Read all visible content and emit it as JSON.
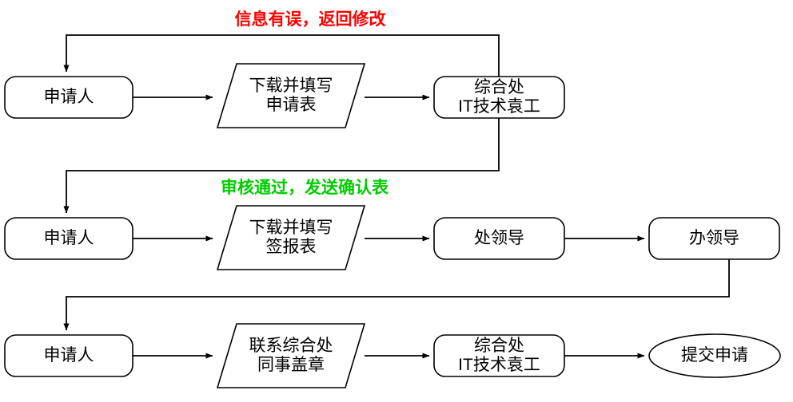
{
  "diagram": {
    "title_text_visible": false,
    "colors": {
      "reject_label": "#ff0000",
      "approve_label": "#00cc00",
      "shape_stroke": "#000000",
      "shape_fill": "#ffffff",
      "connector": "#000000"
    },
    "rows": [
      {
        "id": "row-1",
        "nodes": [
          {
            "id": "r1-applicant",
            "shape": "rounded-rect",
            "text_lines": [
              "申请人"
            ]
          },
          {
            "id": "r1-form",
            "shape": "parallelogram",
            "text_lines": [
              "下载并填写",
              "申请表"
            ]
          },
          {
            "id": "r1-it",
            "shape": "rounded-rect",
            "text_lines": [
              "综合处",
              "IT技术袁工"
            ]
          }
        ]
      },
      {
        "id": "row-2",
        "nodes": [
          {
            "id": "r2-applicant",
            "shape": "rounded-rect",
            "text_lines": [
              "申请人"
            ]
          },
          {
            "id": "r2-form",
            "shape": "parallelogram",
            "text_lines": [
              "下载并填写",
              "签报表"
            ]
          },
          {
            "id": "r2-dept-leader",
            "shape": "rounded-rect",
            "text_lines": [
              "处领导"
            ]
          },
          {
            "id": "r2-office-leader",
            "shape": "rounded-rect",
            "text_lines": [
              "办领导"
            ]
          }
        ]
      },
      {
        "id": "row-3",
        "nodes": [
          {
            "id": "r3-applicant",
            "shape": "rounded-rect",
            "text_lines": [
              "申请人"
            ]
          },
          {
            "id": "r3-stamp",
            "shape": "parallelogram",
            "text_lines": [
              "联系综合处",
              "同事盖章"
            ]
          },
          {
            "id": "r3-it",
            "shape": "rounded-rect",
            "text_lines": [
              "综合处",
              "IT技术袁工"
            ]
          },
          {
            "id": "r3-submit",
            "shape": "ellipse",
            "text_lines": [
              "提交申请"
            ]
          }
        ]
      }
    ],
    "edge_labels": [
      {
        "id": "label-reject",
        "text": "信息有误，返回修改",
        "color_key": "reject_label"
      },
      {
        "id": "label-approve",
        "text": "审核通过，发送确认表",
        "color_key": "approve_label"
      }
    ]
  }
}
